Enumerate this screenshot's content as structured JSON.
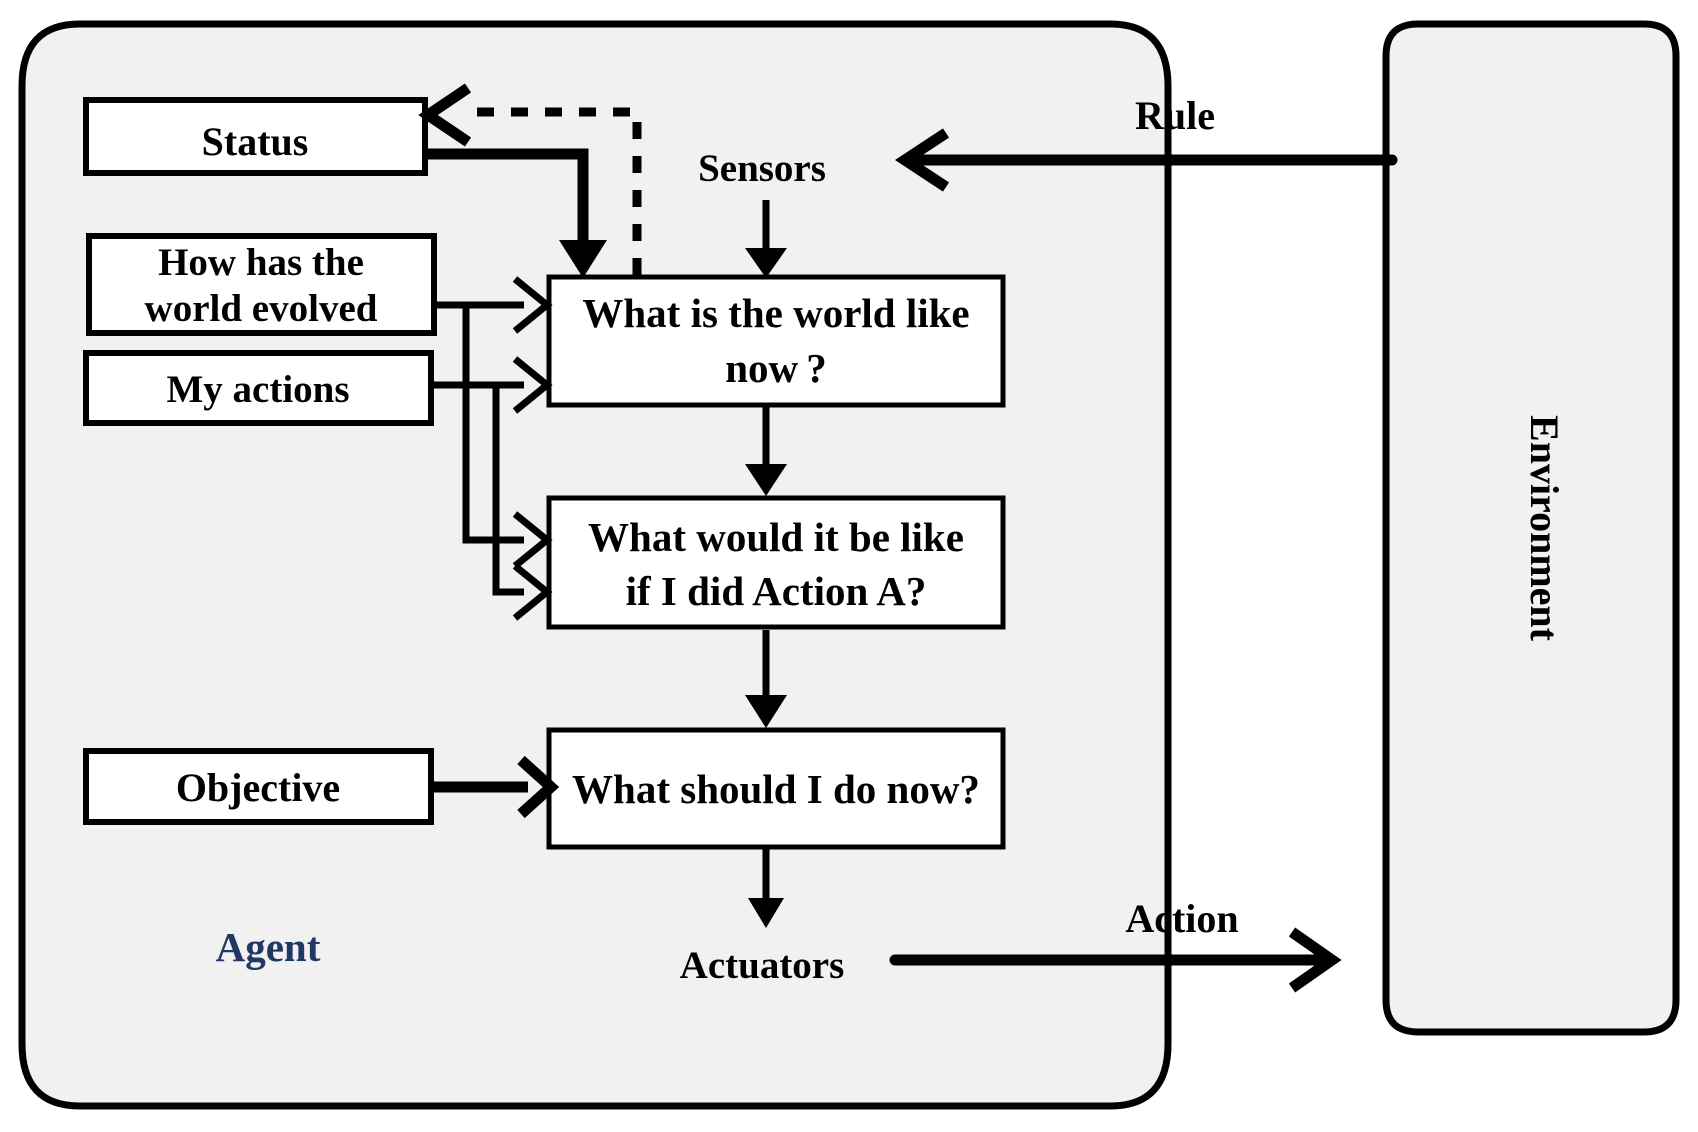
{
  "diagram": {
    "title": "Model-based reflex agent architecture",
    "background_color": "#ffffff",
    "container_fill": "#f1f1f1",
    "accent_color": "#203864"
  },
  "agent": {
    "label": "Agent",
    "label_color": "#203864"
  },
  "environment": {
    "label": "Environment"
  },
  "memory_boxes": [
    {
      "id": "status",
      "label": "Status"
    },
    {
      "id": "how-has-the-world-evolved",
      "label_line1": "How has the",
      "label_line2": "world evolved"
    },
    {
      "id": "my-actions",
      "label": "My actions"
    },
    {
      "id": "objective",
      "label": "Objective"
    }
  ],
  "process_boxes": [
    {
      "id": "what-is-the-world-like-now",
      "label_line1": "What is the world like",
      "label_line2": "now ?"
    },
    {
      "id": "what-would-it-be-like-if-i-did-action-a",
      "label_line1": "What would it be like",
      "label_line2": "if I did Action A?"
    },
    {
      "id": "what-should-i-do-now",
      "label": "What should I do now?"
    }
  ],
  "flow_labels": [
    {
      "id": "sensors",
      "label": "Sensors"
    },
    {
      "id": "actuators",
      "label": "Actuators"
    },
    {
      "id": "rule",
      "label": "Rule"
    },
    {
      "id": "action",
      "label": "Action"
    }
  ],
  "connectors": [
    {
      "id": "environment-to-sensors",
      "label": "Rule",
      "style": "solid",
      "direction": "left"
    },
    {
      "id": "sensors-to-world-state",
      "style": "solid",
      "direction": "down"
    },
    {
      "id": "status-to-world-state",
      "style": "solid",
      "direction": "down"
    },
    {
      "id": "world-state-to-status-feedback",
      "style": "dashed",
      "direction": "left"
    },
    {
      "id": "world-evolved-to-world-state",
      "style": "solid",
      "direction": "right"
    },
    {
      "id": "my-actions-to-world-state",
      "style": "solid",
      "direction": "right"
    },
    {
      "id": "world-evolved-to-action-prediction",
      "style": "solid",
      "direction": "right"
    },
    {
      "id": "my-actions-to-action-prediction",
      "style": "solid",
      "direction": "right"
    },
    {
      "id": "world-state-to-action-prediction",
      "style": "solid",
      "direction": "down"
    },
    {
      "id": "action-prediction-to-decision",
      "style": "solid",
      "direction": "down"
    },
    {
      "id": "objective-to-decision",
      "style": "solid",
      "direction": "right"
    },
    {
      "id": "decision-to-actuators",
      "style": "solid",
      "direction": "down"
    },
    {
      "id": "actuators-to-environment",
      "label": "Action",
      "style": "solid",
      "direction": "right"
    }
  ]
}
